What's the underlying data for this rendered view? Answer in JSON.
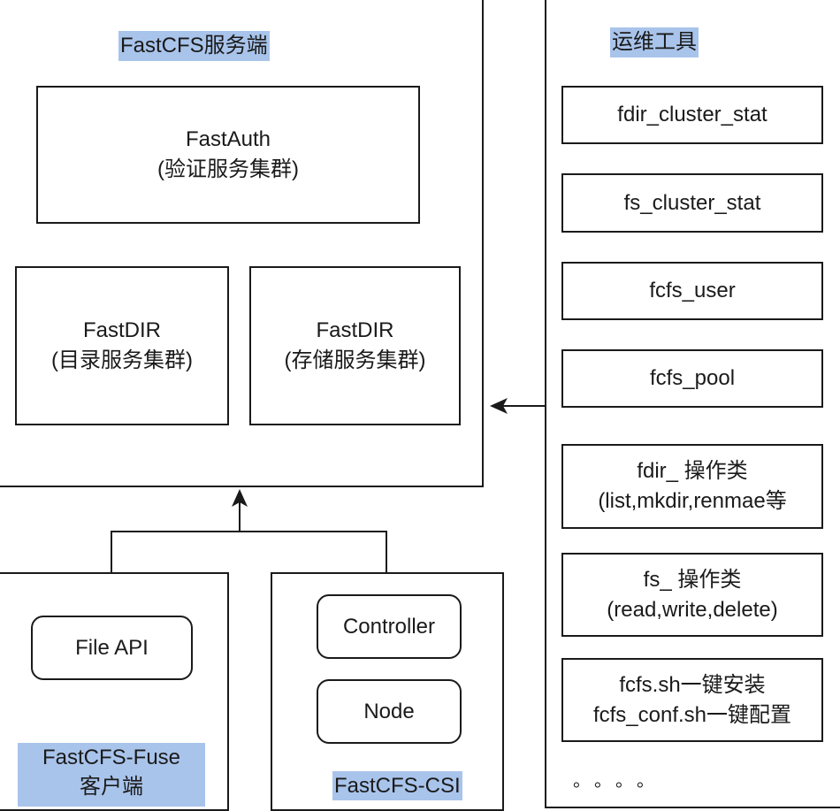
{
  "server": {
    "title": "FastCFS服务端",
    "fastauth": {
      "name": "FastAuth",
      "desc": "(验证服务集群)"
    },
    "fastdir_dir": {
      "name": "FastDIR",
      "desc": "(目录服务集群)"
    },
    "fastdir_store": {
      "name": "FastDIR",
      "desc": "(存储服务集群)"
    }
  },
  "tools": {
    "title": "运维工具",
    "items": [
      {
        "line1": "fdir_cluster_stat",
        "line2": ""
      },
      {
        "line1": "fs_cluster_stat",
        "line2": ""
      },
      {
        "line1": "fcfs_user",
        "line2": ""
      },
      {
        "line1": "fcfs_pool",
        "line2": ""
      },
      {
        "line1": "fdir_ 操作类",
        "line2": "(list,mkdir,renmae等"
      },
      {
        "line1": "fs_ 操作类",
        "line2": "(read,write,delete)"
      },
      {
        "line1": "fcfs.sh一键安装",
        "line2": "fcfs_conf.sh一键配置"
      }
    ],
    "ellipsis": "。。。。"
  },
  "fuse_client": {
    "title_line1": "FastCFS-Fuse",
    "title_line2": "客户端",
    "file_api": "File API"
  },
  "csi": {
    "title": "FastCFS-CSI",
    "controller": "Controller",
    "node": "Node"
  },
  "colors": {
    "highlight": "#a9c4eb",
    "stroke": "#1a1a1a"
  }
}
